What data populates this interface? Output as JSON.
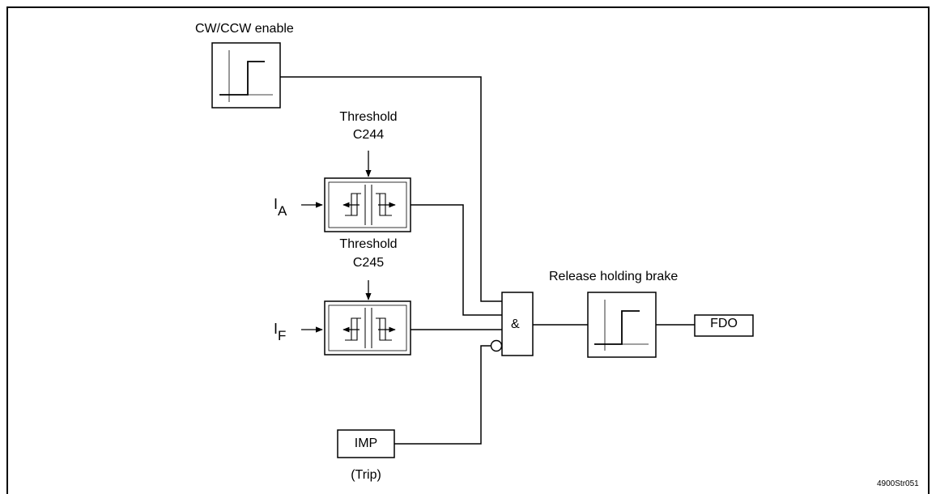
{
  "diagram": {
    "cw_ccw_label": "CW/CCW enable",
    "threshold_a_label": "Threshold",
    "threshold_a_code": "C244",
    "threshold_f_label": "Threshold",
    "threshold_f_code": "C245",
    "input_a_main": "I",
    "input_a_sub": "A",
    "input_f_main": "I",
    "input_f_sub": "F",
    "and_gate_label": "&",
    "release_label": "Release holding brake",
    "output_label": "FDO",
    "imp_label": "IMP",
    "trip_label": "(Trip)",
    "figure_id": "4900Str051"
  }
}
